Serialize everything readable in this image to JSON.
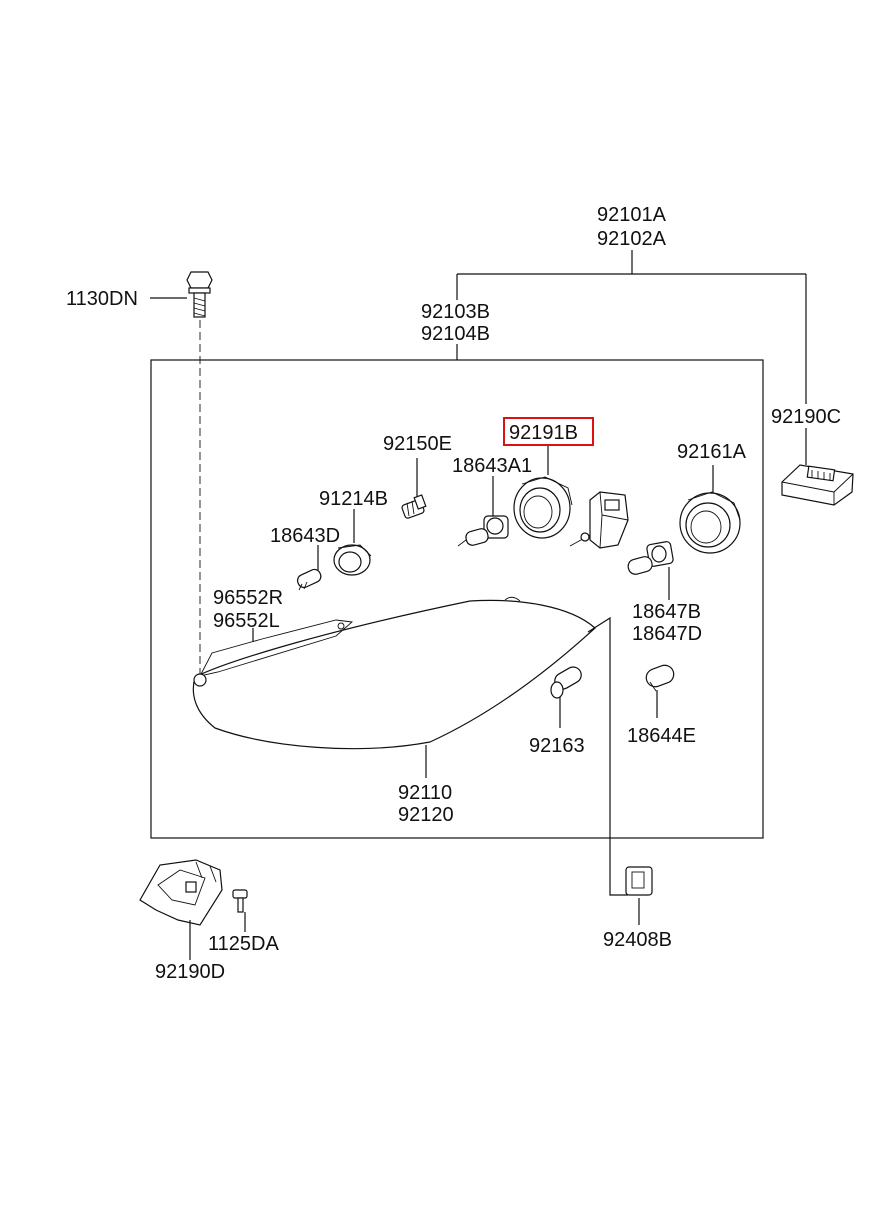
{
  "parts": {
    "p92101A": "92101A",
    "p92102A": "92102A",
    "p1130DN": "1130DN",
    "p92103B": "92103B",
    "p92104B": "92104B",
    "p92190C": "92190C",
    "p92150E": "92150E",
    "p92191B": "92191B",
    "p18643A1": "18643A1",
    "p92161A": "92161A",
    "p91214B": "91214B",
    "p18643D": "18643D",
    "p96552R": "96552R",
    "p96552L": "96552L",
    "p18647B": "18647B",
    "p18647D": "18647D",
    "p18644E": "18644E",
    "p92163": "92163",
    "p92110": "92110",
    "p92120": "92120",
    "p1125DA": "1125DA",
    "p92190D": "92190D",
    "p92408B": "92408B"
  },
  "highlight": {
    "part": "92191B",
    "color": "#d11111"
  }
}
